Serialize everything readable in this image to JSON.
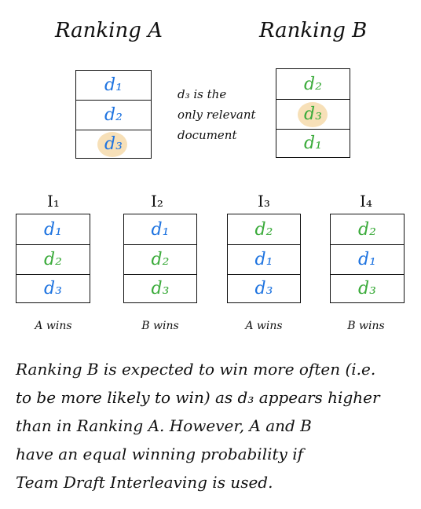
{
  "ranking_a": {
    "title": "Ranking A",
    "docs": [
      {
        "label": "d₁",
        "color": "blue"
      },
      {
        "label": "d₂",
        "color": "blue"
      },
      {
        "label": "d₃",
        "color": "blue",
        "highlight": true
      }
    ]
  },
  "ranking_b": {
    "title": "Ranking B",
    "docs": [
      {
        "label": "d₂",
        "color": "green"
      },
      {
        "label": "d₃",
        "color": "green",
        "highlight": true
      },
      {
        "label": "d₁",
        "color": "green"
      }
    ]
  },
  "relevance_note": [
    "d₃ is the",
    "only relevant",
    "document"
  ],
  "interleavings": [
    {
      "title": "I₁",
      "docs": [
        {
          "label": "d₁",
          "color": "blue"
        },
        {
          "label": "d₂",
          "color": "green"
        },
        {
          "label": "d₃",
          "color": "blue"
        }
      ],
      "result": "A wins"
    },
    {
      "title": "I₂",
      "docs": [
        {
          "label": "d₁",
          "color": "blue"
        },
        {
          "label": "d₂",
          "color": "green"
        },
        {
          "label": "d₃",
          "color": "green"
        }
      ],
      "result": "B wins"
    },
    {
      "title": "I₃",
      "docs": [
        {
          "label": "d₂",
          "color": "green"
        },
        {
          "label": "d₁",
          "color": "blue"
        },
        {
          "label": "d₃",
          "color": "blue"
        }
      ],
      "result": "A wins"
    },
    {
      "title": "I₄",
      "docs": [
        {
          "label": "d₂",
          "color": "green"
        },
        {
          "label": "d₁",
          "color": "blue"
        },
        {
          "label": "d₃",
          "color": "green"
        }
      ],
      "result": "B wins"
    }
  ],
  "explanation": [
    "Ranking B is expected to win more often (i.e.",
    "to be more likely to win) as d₃ appears higher",
    "than in Ranking A. However, A and B",
    "have an equal winning probability if",
    "Team Draft Interleaving is used."
  ],
  "colors": {
    "blue": "#1f74e0",
    "green": "#3bab3b",
    "highlight": "#f6ddb0"
  }
}
